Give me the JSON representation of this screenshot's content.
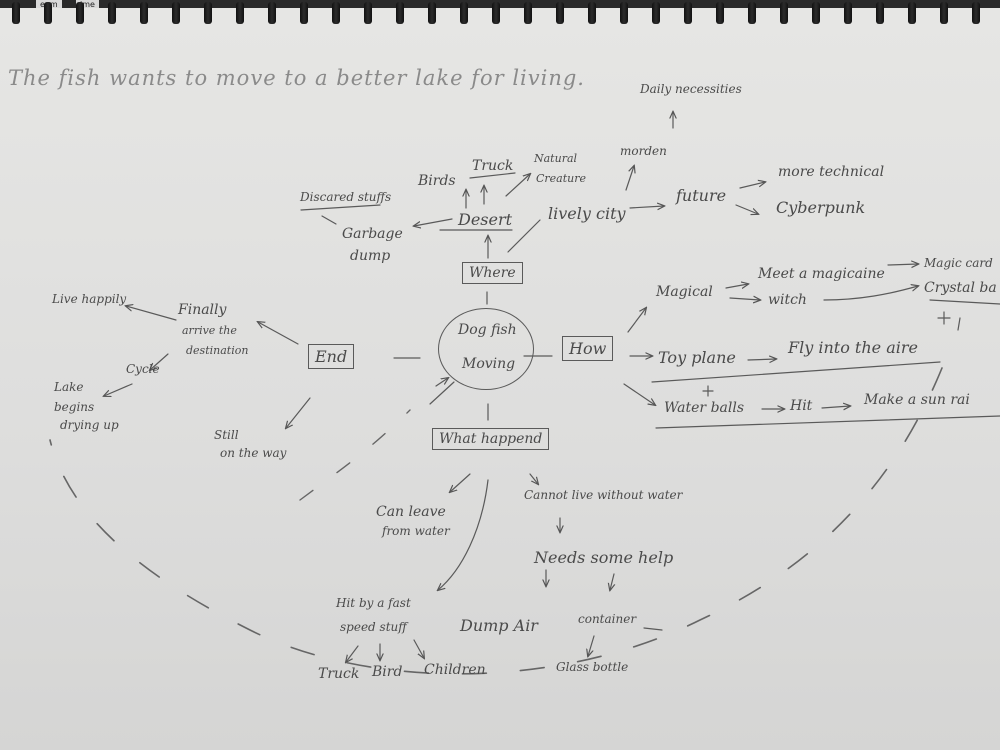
{
  "topbar": {
    "tab_1": "eam",
    "tab_2": "ime"
  },
  "sketch": {
    "title": "The fish wants to move to a better lake for living.",
    "center_line1": "Dog fish",
    "center_line2": "Moving",
    "where": "Where",
    "desert": "Desert",
    "birds": "Birds",
    "truck_top": "Truck",
    "natural": "Natural",
    "creature": "Creature",
    "discarded": "Discared stuffs",
    "garbage": "Garbage",
    "dump": "dump",
    "lively_city": "lively city",
    "modern": "morden",
    "daily": "Daily necessities",
    "future": "future",
    "more_tech": "more technical",
    "cyberpunk": "Cyberpunk",
    "how": "How",
    "magical": "Magical",
    "meet": "Meet a magicaine",
    "magic_card": "Magic card",
    "witch": "witch",
    "crystal": "Crystal ba",
    "toy_plane": "Toy plane",
    "fly": "Fly into the aire",
    "water_balls": "Water balls",
    "hit_label": "Hit",
    "make": "Make a sun rai",
    "end": "End",
    "finally": "Finally",
    "arrive": "arrive the",
    "destination": "destination",
    "live_happily": "Live happily",
    "cycle": "Cycle",
    "lake": "Lake",
    "begins": "begins",
    "drying": "drying up",
    "still": "Still",
    "on_the_way": "on the way",
    "what_happened": "What happend",
    "can_leave": "Can leave",
    "from_water": "from water",
    "cannot_live": "Cannot live without water",
    "needs_help": "Needs some help",
    "hit_by": "Hit by a fast",
    "speed_stuff": "speed stuff",
    "pump_air": "Dump Air",
    "container": "container",
    "glass_bottle": "Glass bottle",
    "truck": "Truck",
    "bird": "Bird",
    "children": "Children"
  }
}
